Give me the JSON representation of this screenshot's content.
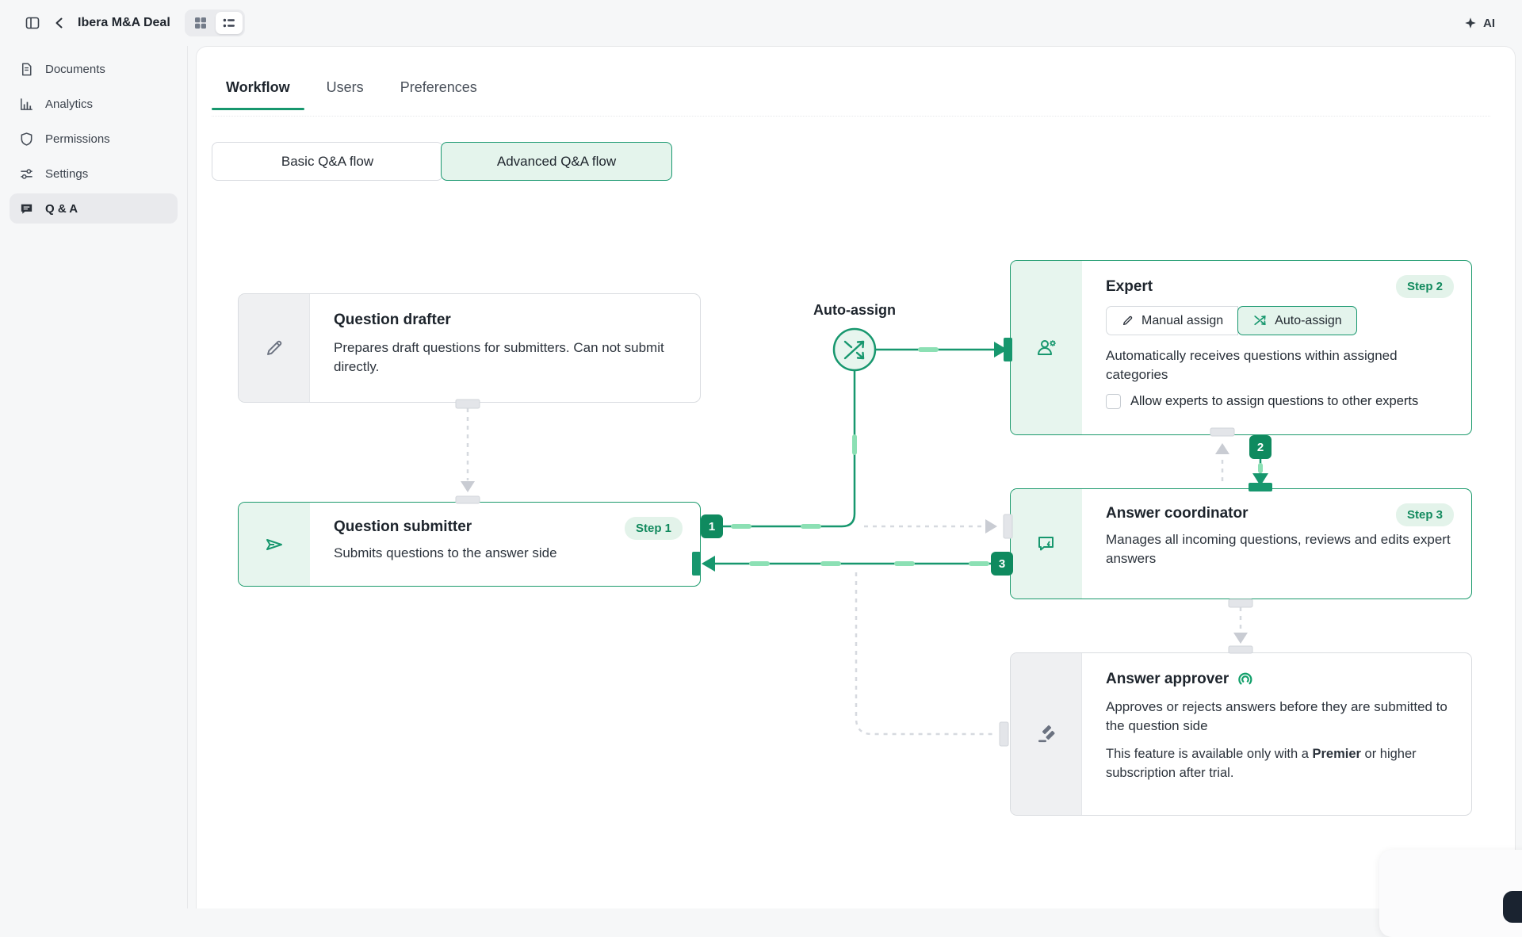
{
  "app": {
    "title": "Ibera M&A Deal",
    "ai_label": "AI"
  },
  "sidebar": {
    "items": [
      {
        "label": "Documents",
        "icon": "document-icon",
        "active": false
      },
      {
        "label": "Analytics",
        "icon": "bar-chart-icon",
        "active": false
      },
      {
        "label": "Permissions",
        "icon": "shield-icon",
        "active": false
      },
      {
        "label": "Settings",
        "icon": "sliders-icon",
        "active": false
      },
      {
        "label": "Q & A",
        "icon": "chat-bubble-icon",
        "active": true
      }
    ]
  },
  "tabs": [
    {
      "label": "Workflow",
      "active": true
    },
    {
      "label": "Users",
      "active": false
    },
    {
      "label": "Preferences",
      "active": false
    }
  ],
  "flow_toggle": {
    "basic": "Basic Q&A flow",
    "advanced": "Advanced Q&A flow",
    "selected": "advanced"
  },
  "diagram": {
    "auto_assign_label": "Auto-assign",
    "connection_badges": [
      "1",
      "2",
      "3"
    ],
    "nodes": {
      "drafter": {
        "title": "Question drafter",
        "description": "Prepares draft questions for submitters. Can not submit directly."
      },
      "submitter": {
        "title": "Question submitter",
        "step": "Step 1",
        "description": "Submits questions to the answer side"
      },
      "expert": {
        "title": "Expert",
        "step": "Step 2",
        "manual_assign_label": "Manual assign",
        "auto_assign_label": "Auto-assign",
        "assign_mode": "auto",
        "description": "Automatically receives questions within assigned categories",
        "checkbox_label": "Allow experts to assign questions to other experts",
        "checkbox_checked": false
      },
      "coordinator": {
        "title": "Answer coordinator",
        "step": "Step 3",
        "description": "Manages all incoming questions, reviews and edits expert answers"
      },
      "approver": {
        "title": "Answer approver",
        "description": "Approves or rejects answers before they are submitted to the question side",
        "note_prefix": "This feature is available only with a ",
        "note_bold": "Premier",
        "note_suffix": " or higher subscription after trial."
      }
    }
  },
  "colors": {
    "accent_green": "#17976E",
    "badge_green": "#0F8A5F",
    "light_green_fill": "#E7F5EE",
    "dash_highlight": "#8CE0B4",
    "gray_dash": "#D6D9DF"
  }
}
